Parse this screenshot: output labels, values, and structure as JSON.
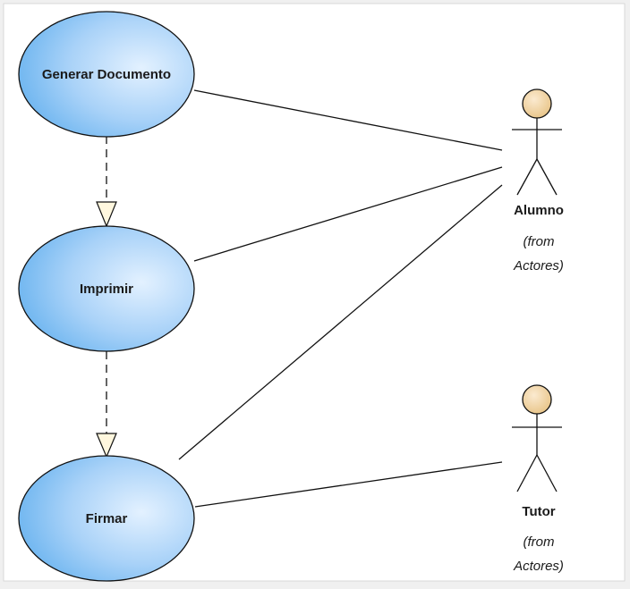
{
  "diagram": {
    "use_cases": {
      "generar": {
        "label": "Generar Documento"
      },
      "imprimir": {
        "label": "Imprimir"
      },
      "firmar": {
        "label": "Firmar"
      }
    },
    "actors": {
      "alumno": {
        "name": "Alumno",
        "from_line1": "(from",
        "from_line2": "Actores)"
      },
      "tutor": {
        "name": "Tutor",
        "from_line1": "(from",
        "from_line2": "Actores)"
      }
    },
    "colors": {
      "background": "#f0f0f0",
      "canvas": "#ffffff",
      "use_case_fill_light": "#e3f1ff",
      "use_case_fill_dark": "#69b3ef",
      "actor_head": "#f2d7a6",
      "line": "#111111",
      "arrowhead_fill": "#fff7de"
    }
  }
}
